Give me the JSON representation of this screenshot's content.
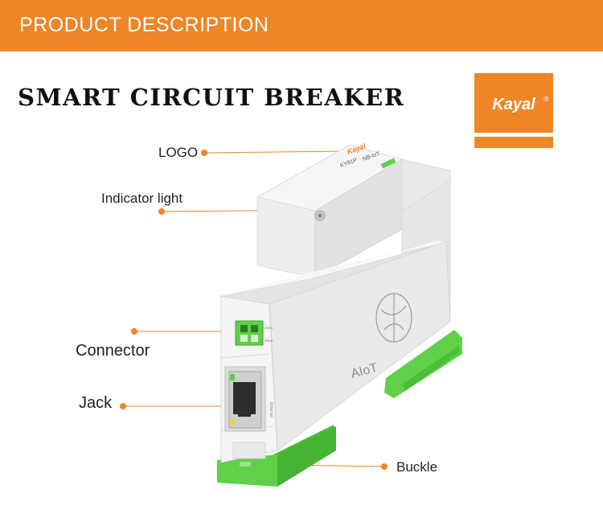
{
  "banner": {
    "title": "PRODUCT DESCRIPTION"
  },
  "heading": "SMART CIRCUIT BREAKER",
  "brand_logo": {
    "text": "Kayal",
    "mark": "®"
  },
  "callouts": {
    "logo": "LOGO",
    "indicator": "Indicator light",
    "connector": "Connector",
    "jack": "Jack",
    "buckle": "Buckle"
  },
  "device": {
    "brand": "Kayal",
    "model": "KY81P",
    "network": "NB-IoT",
    "side_mark": "AIoT",
    "terminal_a": "485 A",
    "terminal_b": "485 B",
    "port_label": "Ethernet"
  },
  "colors": {
    "accent": "#ee8527",
    "green": "#5fd048",
    "body": "#f2f2f2"
  }
}
